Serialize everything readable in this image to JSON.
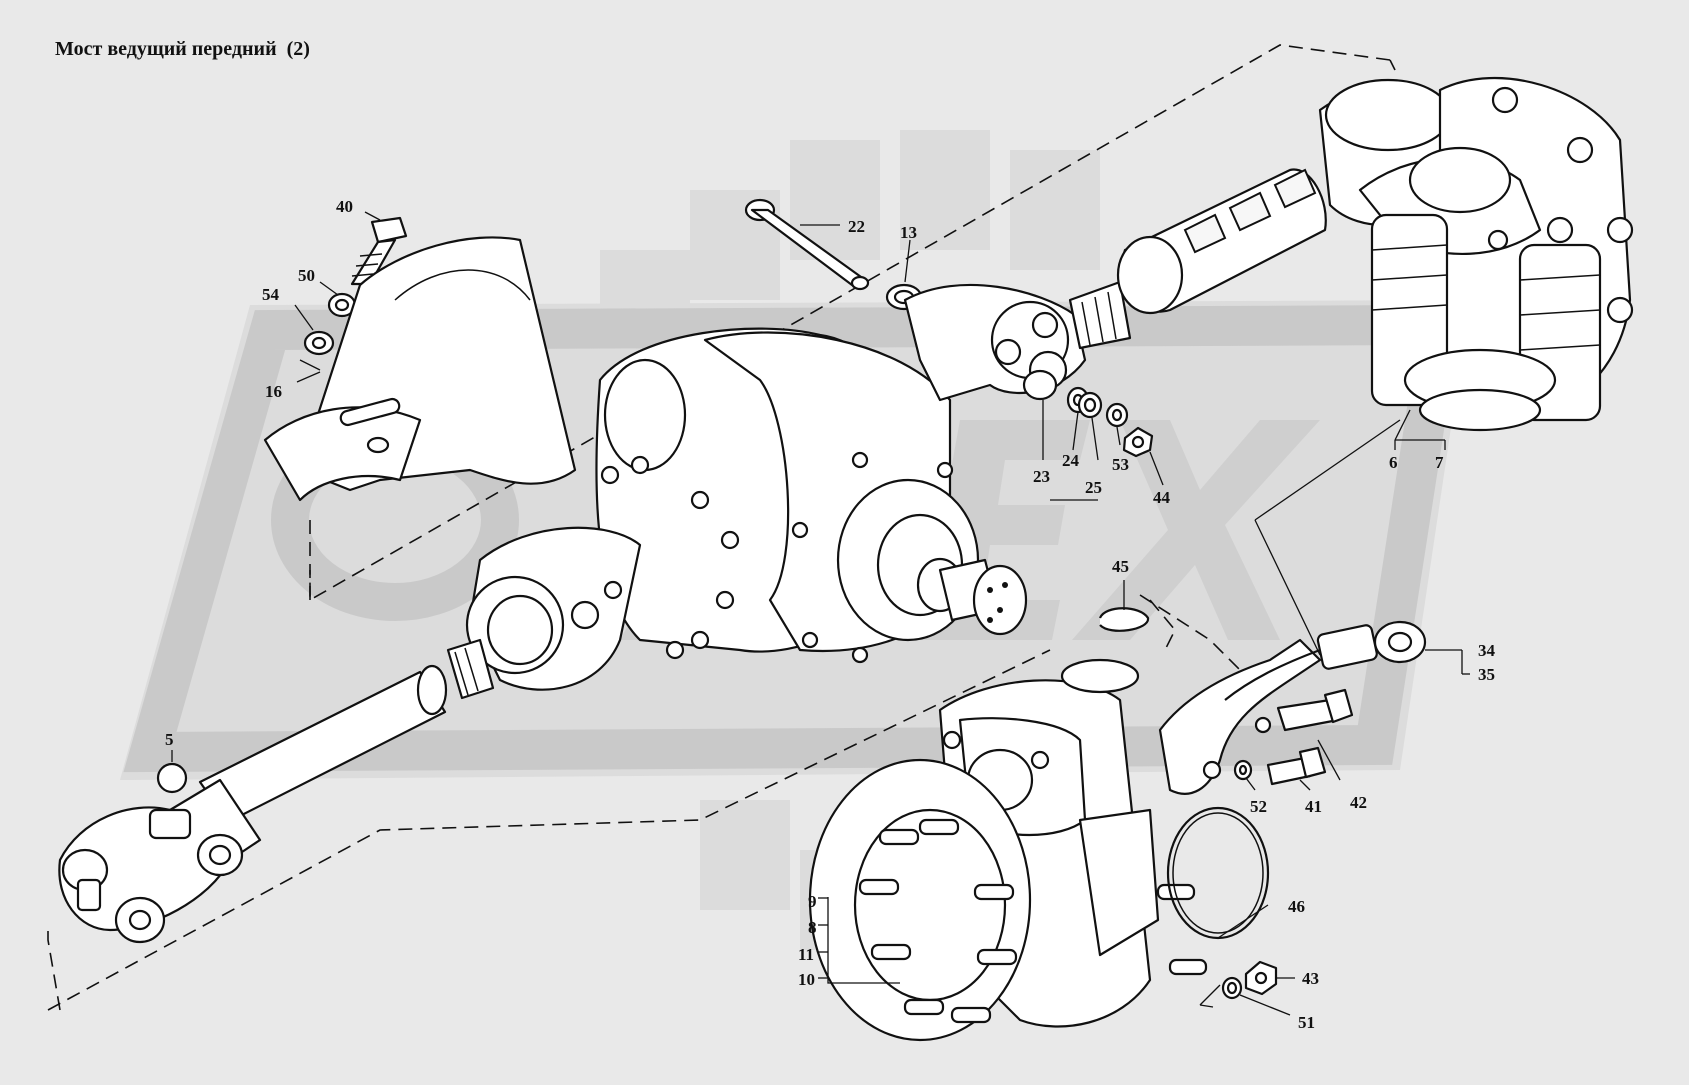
{
  "title": "Мост ведущий передний",
  "title_suffix": "(2)",
  "labels": {
    "l5": "5",
    "l6": "6",
    "l7": "7",
    "l8": "8",
    "l9": "9",
    "l10": "10",
    "l11": "11",
    "l13": "13",
    "l16": "16",
    "l22": "22",
    "l23": "23",
    "l24": "24",
    "l25": "25",
    "l34": "34",
    "l35": "35",
    "l40": "40",
    "l41": "41",
    "l42": "42",
    "l43": "43",
    "l44": "44",
    "l45": "45",
    "l46": "46",
    "l50": "50",
    "l51": "51",
    "l52": "52",
    "l53": "53",
    "l54": "54"
  },
  "colors": {
    "background": "#e9e9e9",
    "watermark": "#cfcfcf",
    "line": "#111111"
  }
}
